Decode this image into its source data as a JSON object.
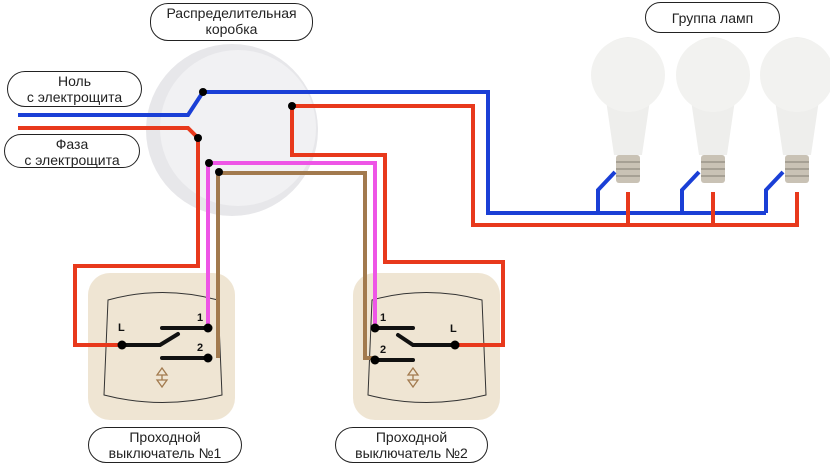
{
  "labels": {
    "junction_box": [
      "Распределительная",
      "коробка"
    ],
    "neutral": [
      "Ноль",
      "с электрощита"
    ],
    "phase": [
      "Фаза",
      "с электрощита"
    ],
    "lamps": "Группа ламп",
    "switch1": [
      "Проходной",
      "выключатель №1"
    ],
    "switch2": [
      "Проходной",
      "выключатель №2"
    ]
  },
  "terminals": {
    "line": "L",
    "one": "1",
    "two": "2"
  },
  "colors": {
    "neutral": "#1a3fd6",
    "phase": "#e8391c",
    "traveler1": "#ee55e6",
    "traveler2": "#a27a4e",
    "plate": "#efe5d3"
  }
}
